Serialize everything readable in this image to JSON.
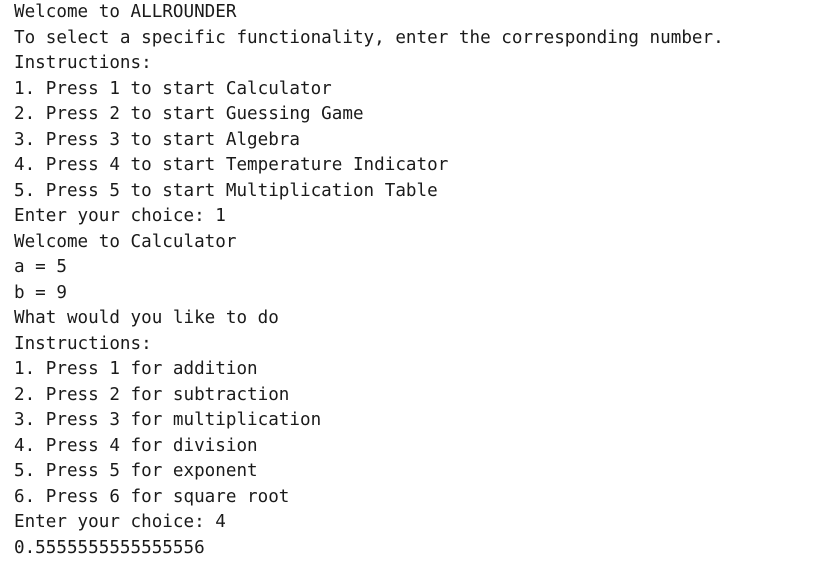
{
  "console": {
    "lines": [
      "Welcome to ALLROUNDER",
      "To select a specific functionality, enter the corresponding number.",
      "Instructions:",
      "1. Press 1 to start Calculator",
      "2. Press 2 to start Guessing Game",
      "3. Press 3 to start Algebra",
      "4. Press 4 to start Temperature Indicator",
      "5. Press 5 to start Multiplication Table",
      "Enter your choice: 1",
      "Welcome to Calculator",
      "a = 5",
      "b = 9",
      "What would you like to do",
      "Instructions:",
      "1. Press 1 for addition",
      "2. Press 2 for subtraction",
      "3. Press 3 for multiplication",
      "4. Press 4 for division",
      "5. Press 5 for exponent",
      "6. Press 6 for square root",
      "Enter your choice: 4",
      "0.5555555555555556"
    ]
  }
}
